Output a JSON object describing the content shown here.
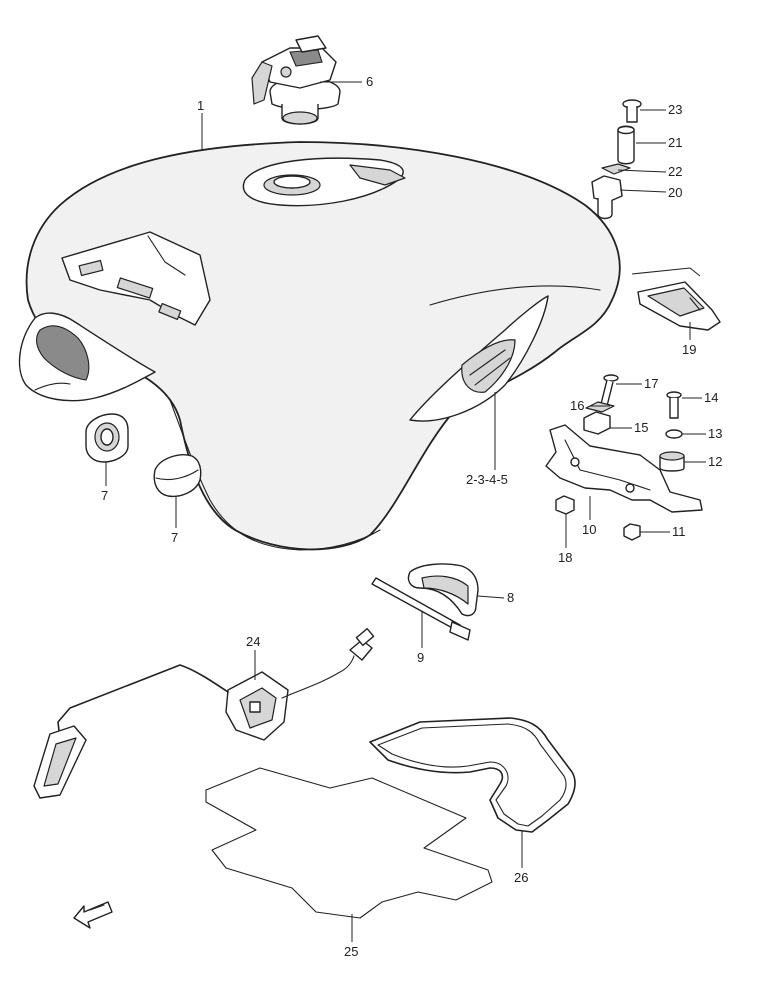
{
  "callouts": {
    "c1": "1",
    "c6": "6",
    "c23": "23",
    "c21": "21",
    "c22": "22",
    "c20": "20",
    "c19": "19",
    "c17": "17",
    "c14": "14",
    "c16": "16",
    "c15": "15",
    "c13": "13",
    "c12": "12",
    "c2345": "2-3-4-5",
    "c7a": "7",
    "c7b": "7",
    "c10": "10",
    "c11": "11",
    "c18": "18",
    "c8": "8",
    "c9": "9",
    "c24": "24",
    "c26": "26",
    "c25": "25"
  },
  "icons": {
    "front_arrow": "front-arrow-icon"
  }
}
